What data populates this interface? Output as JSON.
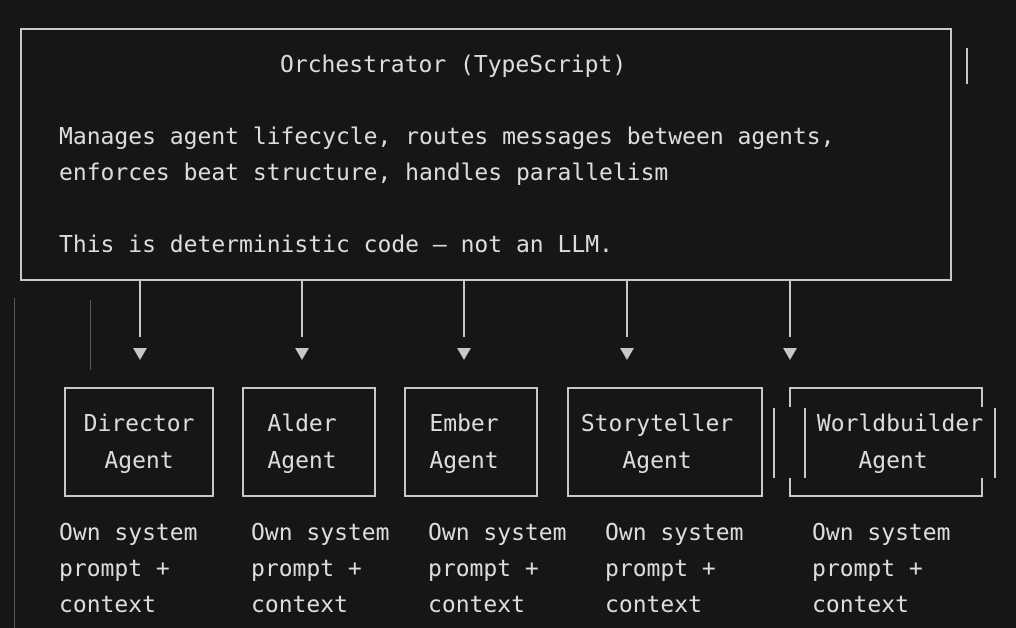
{
  "orchestrator": {
    "title": "Orchestrator (TypeScript)",
    "line1": "Manages agent lifecycle, routes messages between agents,",
    "line2": "enforces beat structure, handles parallelism",
    "line3": "This is deterministic code — not an LLM."
  },
  "agents": [
    {
      "name1": "Director",
      "name2": "Agent",
      "desc1": "Own system",
      "desc2": "prompt +",
      "desc3": "context"
    },
    {
      "name1": "Alder",
      "name2": "Agent",
      "desc1": "Own system",
      "desc2": "prompt +",
      "desc3": "context"
    },
    {
      "name1": "Ember",
      "name2": "Agent",
      "desc1": "Own system",
      "desc2": "prompt +",
      "desc3": "context"
    },
    {
      "name1": "Storyteller",
      "name2": "Agent",
      "desc1": "Own system",
      "desc2": "prompt +",
      "desc3": "context"
    },
    {
      "name1": "Worldbuilder",
      "name2": "Agent",
      "desc1": "Own system",
      "desc2": "prompt +",
      "desc3": "context"
    }
  ]
}
